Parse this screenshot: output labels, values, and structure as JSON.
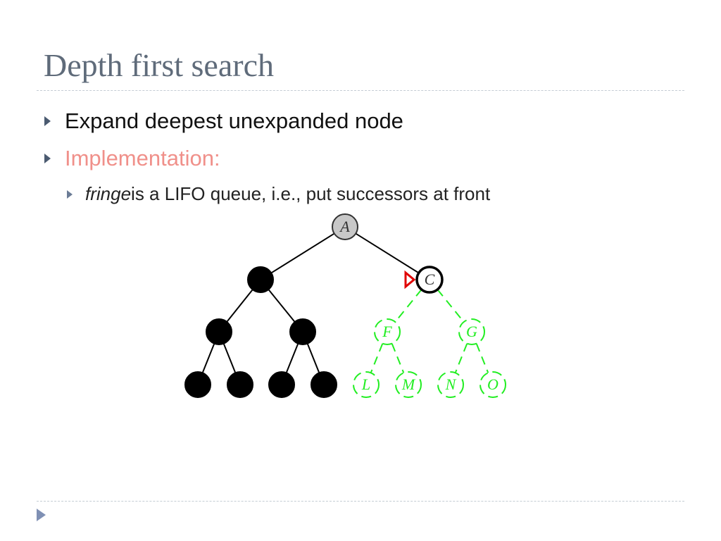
{
  "slide": {
    "title": "Depth first search",
    "bullets": [
      {
        "text": "Expand deepest unexpanded node"
      },
      {
        "text": "Implementation:"
      }
    ],
    "sub_bullet": {
      "italic": "fringe",
      "rest": " is a LIFO queue, i.e., put successors at front"
    }
  },
  "colors": {
    "title": "#5f6b7a",
    "accent_bullet": "#f0908a",
    "fringe_green": "#22ee22",
    "expanded_gray": "#c8c8c8",
    "pointer_red": "#e00000"
  },
  "tree": {
    "nodes": [
      {
        "id": "A",
        "label": "A",
        "state": "expanded"
      },
      {
        "id": "B",
        "label": "",
        "state": "removed"
      },
      {
        "id": "C",
        "label": "C",
        "state": "current"
      },
      {
        "id": "D",
        "label": "",
        "state": "removed"
      },
      {
        "id": "E",
        "label": "",
        "state": "removed"
      },
      {
        "id": "F",
        "label": "F",
        "state": "fringe"
      },
      {
        "id": "G",
        "label": "G",
        "state": "fringe"
      },
      {
        "id": "H",
        "label": "",
        "state": "removed"
      },
      {
        "id": "I",
        "label": "",
        "state": "removed"
      },
      {
        "id": "J",
        "label": "",
        "state": "removed"
      },
      {
        "id": "K",
        "label": "",
        "state": "removed"
      },
      {
        "id": "L",
        "label": "L",
        "state": "fringe"
      },
      {
        "id": "M",
        "label": "M",
        "state": "fringe"
      },
      {
        "id": "N",
        "label": "N",
        "state": "fringe"
      },
      {
        "id": "O",
        "label": "O",
        "state": "fringe"
      }
    ],
    "edges": [
      {
        "from": "A",
        "to": "B",
        "style": "solid"
      },
      {
        "from": "A",
        "to": "C",
        "style": "solid"
      },
      {
        "from": "B",
        "to": "D",
        "style": "solid"
      },
      {
        "from": "B",
        "to": "E",
        "style": "solid"
      },
      {
        "from": "D",
        "to": "H",
        "style": "solid"
      },
      {
        "from": "D",
        "to": "I",
        "style": "solid"
      },
      {
        "from": "E",
        "to": "J",
        "style": "solid"
      },
      {
        "from": "E",
        "to": "K",
        "style": "solid"
      },
      {
        "from": "C",
        "to": "F",
        "style": "fringe"
      },
      {
        "from": "C",
        "to": "G",
        "style": "fringe"
      },
      {
        "from": "F",
        "to": "L",
        "style": "fringe"
      },
      {
        "from": "F",
        "to": "M",
        "style": "fringe"
      },
      {
        "from": "G",
        "to": "N",
        "style": "fringe"
      },
      {
        "from": "G",
        "to": "O",
        "style": "fringe"
      }
    ],
    "pointer_target": "C"
  }
}
